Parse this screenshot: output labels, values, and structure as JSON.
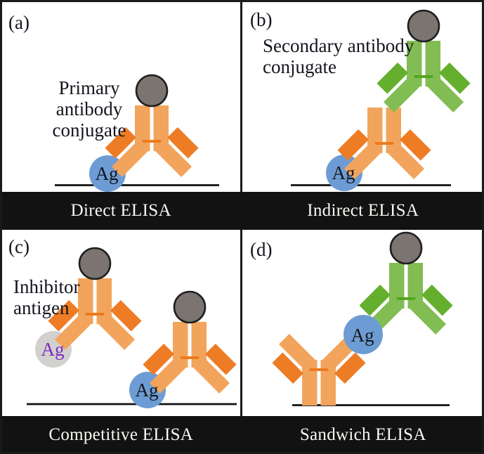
{
  "banners": {
    "row1": {
      "left": "Direct ELISA",
      "right": "Indirect ELISA"
    },
    "row2": {
      "left": "Competitive ELISA",
      "right": "Sandwich ELISA"
    }
  },
  "panels": [
    {
      "tag": "(a)",
      "annotation_lines": [
        "Primary",
        "antibody",
        "conjugate"
      ],
      "antigen_label": "Ag"
    },
    {
      "tag": "(b)",
      "annotation_lines": [
        "Secondary antibody",
        "conjugate"
      ],
      "antigen_label": "Ag"
    },
    {
      "tag": "(c)",
      "annotation_lines": [
        "Inhibitor",
        "antigen"
      ],
      "antigen_label": "Ag",
      "inhibitor_antigen_label": "Ag"
    },
    {
      "tag": "(d)",
      "antigen_label": "Ag"
    }
  ],
  "colors": {
    "background": "#FFFFFF",
    "orange-light": "#F2A45C",
    "orange-dark": "#EE7C25",
    "orange-hinge": "#ED7A1E",
    "green-light": "#82BD53",
    "green-dark": "#64AF2D",
    "green-hinge": "#55A61F",
    "enzyme-fill": "#7B7471",
    "enzyme-stroke": "#1F1F1F",
    "antigen-blue": "#6D9CD4",
    "antigen-gray": "#D2D1CF",
    "ag-text-dark": "#16161A",
    "ag-text-purple": "#7D2ABE",
    "text": "#14141E",
    "banner-bg": "#121212",
    "banner-text": "#FAF8F4",
    "frame": "#1A1A1A",
    "surface-line": "#111111"
  }
}
